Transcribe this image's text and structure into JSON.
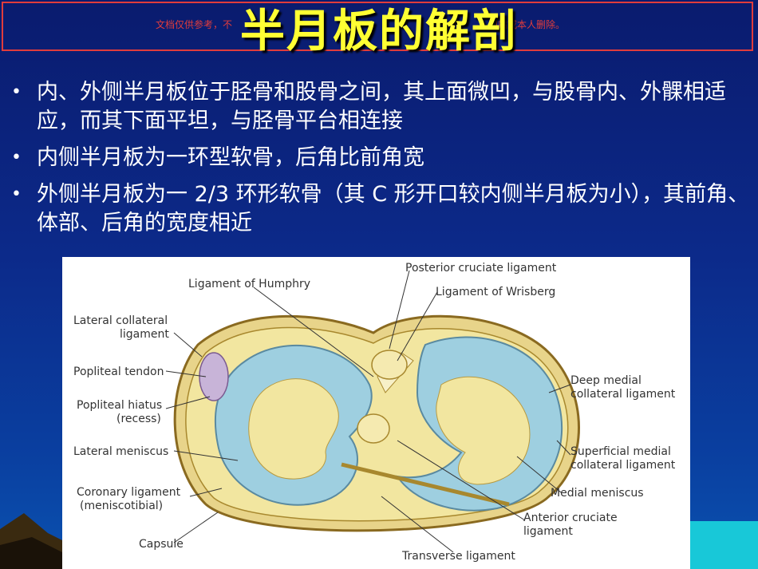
{
  "slide": {
    "title": "半月板的解剖",
    "watermark_left": "文档仅供参考，不",
    "watermark_right": "网站或本人删除。",
    "bullets": [
      "内、外侧半月板位于胫骨和股骨之间，其上面微凹，与股骨内、外髁相适应，而其下面平坦，与胫骨平台相连接",
      "内侧半月板为一环型软骨，后角比前角宽",
      "外侧半月板为一 2/3 环形软骨（其 C 形开口较内侧半月板为小），其前角、体部、后角的宽度相近"
    ]
  },
  "figure": {
    "labels": {
      "posterior_cruciate": "Posterior  cruciate ligament",
      "humphry": "Ligament of Humphry",
      "wrisberg": "Ligament of Wrisberg",
      "lateral_collateral_1": "Lateral collateral",
      "lateral_collateral_2": "ligament",
      "popliteal_tendon": "Popliteal tendon",
      "popliteal_hiatus_1": "Popliteal hiatus",
      "popliteal_hiatus_2": "(recess)",
      "lateral_meniscus": "Lateral meniscus",
      "coronary_1": "Coronary ligament",
      "coronary_2": "(meniscotibial)",
      "capsule": "Capsule",
      "transverse": "Transverse ligament",
      "deep_medial_1": "Deep medial",
      "deep_medial_2": "collateral ligament",
      "superficial_medial_1": "Superficial medial",
      "superficial_medial_2": "collateral ligament",
      "medial_meniscus": "Medial meniscus",
      "anterior_cruciate_1": "Anterior cruciate",
      "anterior_cruciate_2": "ligament"
    }
  },
  "colors": {
    "title": "#ffff33",
    "background": "#0c2a8a",
    "meniscus": "#9ecfe0",
    "tibia": "#e8d48a",
    "ligament": "#f2e6a0"
  }
}
